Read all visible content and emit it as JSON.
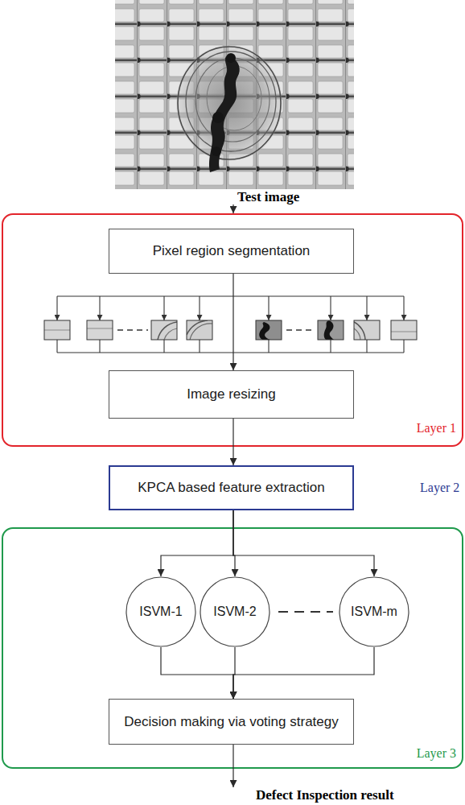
{
  "diagram": {
    "nodes": [
      {
        "text": [
          "Test image"
        ]
      },
      {
        "text": [
          "Layer 1"
        ]
      },
      {
        "text": [
          "Pixel region segmentation"
        ],
        "in": 1
      },
      {
        "text": [
          "Image resizing"
        ],
        "in": 1
      },
      {
        "text": [
          "KPCA based feature extraction",
          "Layer 2"
        ]
      },
      {
        "text": [
          "Layer 3"
        ]
      },
      {
        "text": [
          "ISVM-1"
        ],
        "in": 5
      },
      {
        "text": [
          "ISVM-2"
        ],
        "in": 5
      },
      {
        "text": [
          "ISVM-m"
        ],
        "in": 5
      },
      {
        "text": [
          "Decision making via voting strategy"
        ],
        "in": 5
      },
      {
        "text": [
          "Defect Inspection result"
        ]
      }
    ],
    "edges": [
      {
        "from": 0,
        "to": 1,
        "arrow": "to"
      },
      {
        "from": 2,
        "to": 3,
        "arrow": "to"
      },
      {
        "from": 3,
        "to": 4,
        "arrow": "to"
      },
      {
        "from": 4,
        "to": 6,
        "arrow": "to"
      },
      {
        "from": 4,
        "to": 7,
        "arrow": "to"
      },
      {
        "from": 4,
        "to": 8,
        "arrow": "to"
      },
      {
        "from": 6,
        "to": 9,
        "arrow": "to"
      },
      {
        "from": 7,
        "to": 9,
        "arrow": "to"
      },
      {
        "from": 8,
        "to": 9,
        "arrow": "to"
      },
      {
        "from": 9,
        "to": 10,
        "arrow": "to"
      }
    ]
  }
}
